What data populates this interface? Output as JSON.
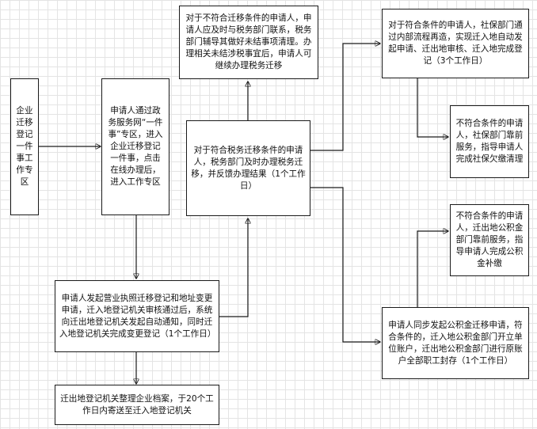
{
  "nodes": {
    "n1": "企业迁移登记一件事工作专区",
    "n2": "申请人通过政务服务网“一件事”专区，进入企业迁移登记一件事，点击在线办理后，进入工作专区",
    "n3": "申请人发起营业执照迁移登记和地址变更申请，迁入地登记机关审核通过后，系统向迁出地登记机关发起自动通知，同时迁入地登记机关完成变更登记（1个工作日）",
    "n4": "迁出地登记机关整理企业档案，于20个工作日内寄送至迁入地登记机关",
    "n5": "对于符合税务迁移条件的申请人，税务部门及时办理税务迁移，并反馈办理结果（1个工作日）",
    "n6": "对于不符合迁移条件的申请人，申请人应及时与税务部门联系，税务部门辅导其做好未结事项清理。办理相关未结涉税事宜后，申请人可继续办理税务迁移",
    "n7": "对于符合条件的申请人，社保部门通过内部流程再造，实现迁入地自动发起申请、迁出地审核、迁入地完成登记（3个工作日）",
    "n8": "不符合条件的申请人，社保部门靠前服务，指导申请人完成社保欠缴清理",
    "n9": "不符合条件的申请人，迁出地公积金部门靠前服务，指导申请人完成公积金补缴",
    "n10": "申请人同步发起公积金迁移申请，符合条件的，迁入地公积金部门开立单位账户，迁出地公积金部门进行原账户全部职工封存（1个工作日）"
  }
}
